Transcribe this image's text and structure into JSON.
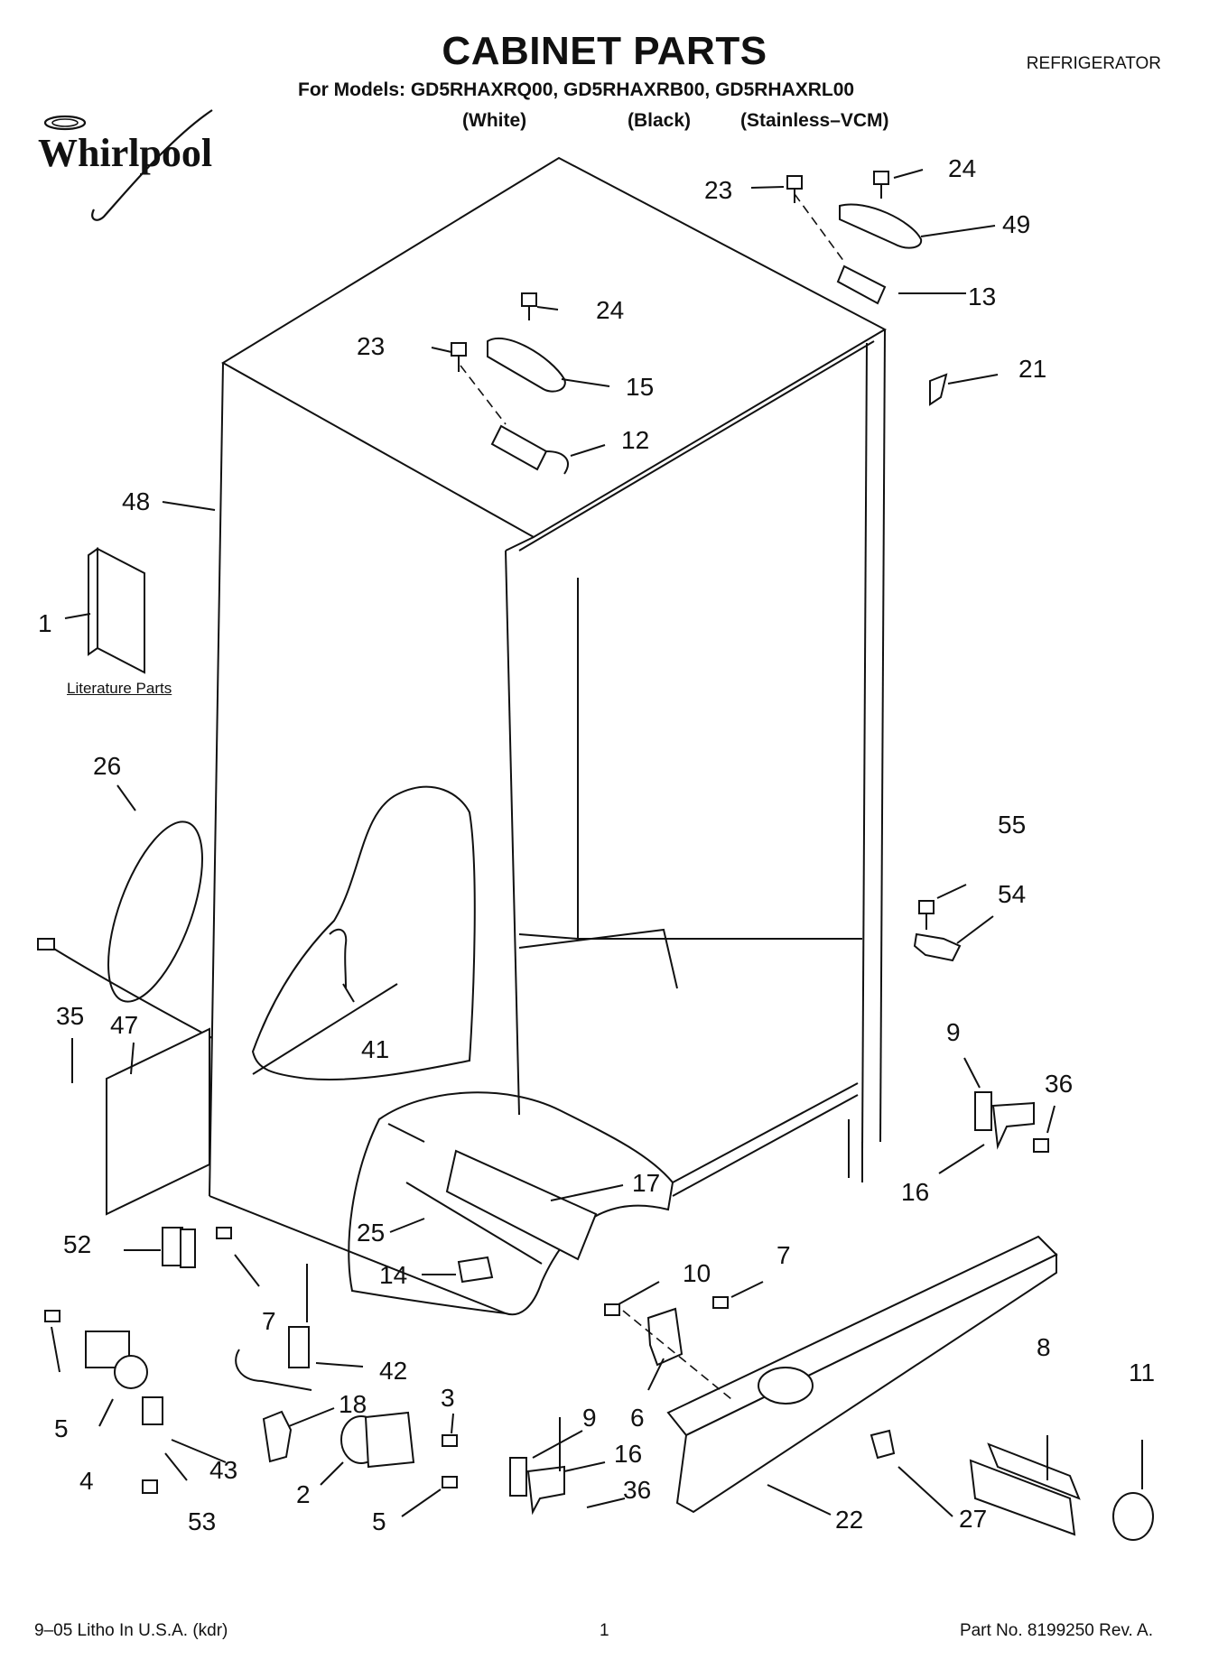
{
  "header": {
    "title": "CABINET PARTS",
    "appliance": "REFRIGERATOR",
    "models_line": "For Models: GD5RHAXRQ00, GD5RHAXRB00, GD5RHAXRL00",
    "variants": [
      "(White)",
      "(Black)",
      "(Stainless–VCM)"
    ]
  },
  "brand": {
    "logo_text": "Whirlpool"
  },
  "literature_label": "Literature Parts",
  "footer": {
    "left": "9–05 Litho In U.S.A. (kdr)",
    "center": "1",
    "right": "Part No. 8199250 Rev. A."
  },
  "callouts": [
    "1",
    "2",
    "3",
    "4",
    "5",
    "5",
    "6",
    "7",
    "7",
    "8",
    "9",
    "9",
    "10",
    "11",
    "12",
    "13",
    "14",
    "15",
    "16",
    "16",
    "17",
    "18",
    "21",
    "22",
    "23",
    "23",
    "24",
    "24",
    "25",
    "26",
    "27",
    "35",
    "36",
    "36",
    "41",
    "42",
    "43",
    "47",
    "48",
    "49",
    "52",
    "53",
    "54",
    "55"
  ]
}
